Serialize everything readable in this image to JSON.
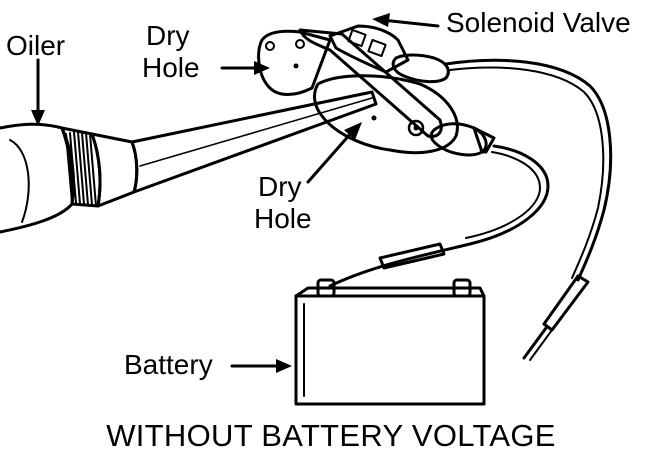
{
  "labels": {
    "oiler": "Oiler",
    "dry_hole_top_line1": "Dry",
    "dry_hole_top_line2": "Hole",
    "dry_hole_bottom_line1": "Dry",
    "dry_hole_bottom_line2": "Hole",
    "solenoid_valve": "Solenoid Valve",
    "battery": "Battery"
  },
  "caption": "WITHOUT BATTERY VOLTAGE",
  "colors": {
    "ink": "#000000",
    "background": "#ffffff"
  }
}
